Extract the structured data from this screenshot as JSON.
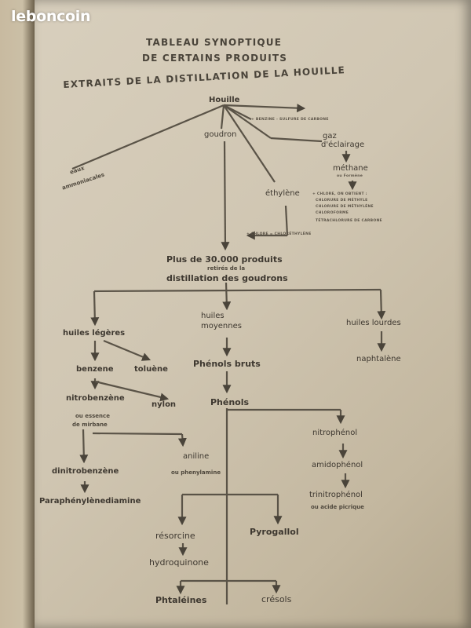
{
  "watermark": "leboncoin",
  "title": {
    "line1": "TABLEAU SYNOPTIQUE",
    "line2": "DE CERTAINS PRODUITS",
    "line3": "EXTRAITS DE LA DISTILLATION DE LA HOUILLE"
  },
  "top_tree": {
    "houille": "Houille",
    "benzine_note": "+ BENZINE - SULFURE DE CARBONE",
    "goudron": "goudron",
    "gaz_line1": "gaz",
    "gaz_line2": "d'éclairage",
    "eaux_line1": "eaux",
    "eaux_line2": "ammoniacales",
    "methane": "méthane",
    "methane_alt": "ou Formène",
    "ethylene": "éthylène",
    "methane_products": [
      "+ CHLORE, ON OBTIENT :",
      "CHLORURE DE MÉTHYLE",
      "CHLORURE DE MÉTHYLÈNE",
      "CHLOROFORME",
      "TÉTRACHLORURE DE CARBONE"
    ],
    "ethylene_note": "+ CHLORE = CHLORÉTHYLÈNE"
  },
  "middle": {
    "line1": "Plus de 30.000 produits",
    "line2": "retirés de la",
    "line3": "distillation des goudrons"
  },
  "branches": {
    "huiles_legeres": "huiles légères",
    "huiles_moyennes_1": "huiles",
    "huiles_moyennes_2": "moyennes",
    "huiles_lourdes": "huiles lourdes",
    "benzene": "benzene",
    "toluene": "toluène",
    "naphtalene": "naphtalène",
    "phenols_bruts": "Phénols bruts",
    "phenols": "Phénols",
    "nitrobenzene": "nitrobenzène",
    "nitrobenzene_alt1": "ou essence",
    "nitrobenzene_alt2": "de mirbane",
    "nylon": "nylon",
    "aniline": "aniline",
    "aniline_alt": "ou phenylamine",
    "dinitrobenzene": "dinitrobenzène",
    "paraphenylenediamine": "Paraphénylènediamine",
    "nitrophenol": "nitrophénol",
    "amidophenol": "amidophénol",
    "trinitrophenol": "trinitrophénol",
    "trinitrophenol_alt": "ou acide picrique",
    "resorcine": "résorcine",
    "hydroquinone": "hydroquinone",
    "pyrogallol": "Pyrogallol",
    "phtaleines": "Phtaléines",
    "cresols": "crésols"
  }
}
